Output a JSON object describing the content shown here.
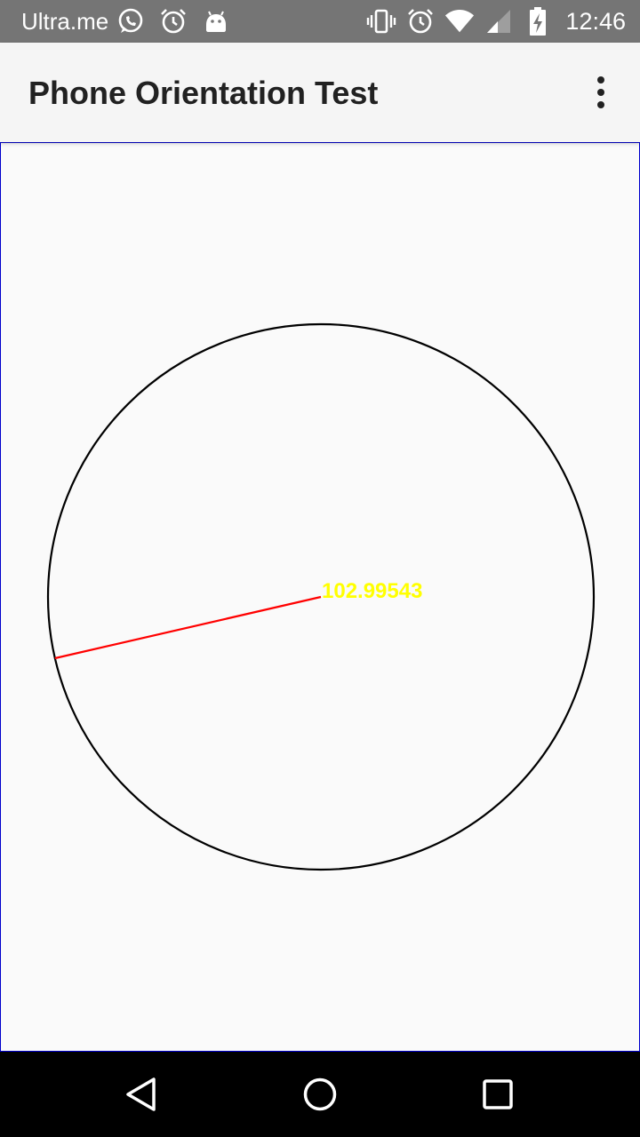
{
  "status_bar": {
    "carrier": "Ultra.me",
    "time": "12:46",
    "left_icons": [
      "whatsapp-icon",
      "alarm-icon",
      "android-icon"
    ],
    "right_icons": [
      "vibrate-icon",
      "alarm-icon",
      "wifi-icon",
      "cell-signal-icon",
      "battery-charging-icon"
    ]
  },
  "app_bar": {
    "title": "Phone Orientation Test",
    "menu_icon": "overflow-menu-icon"
  },
  "orientation": {
    "angle_text": "102.99543",
    "angle_degrees": 102.99543,
    "colors": {
      "circle": "#000000",
      "needle": "#ff0000",
      "readout": "#ffff00",
      "view_border": "#0000cc"
    }
  },
  "nav_bar": {
    "icons": [
      "back-icon",
      "home-icon",
      "recents-icon"
    ]
  }
}
